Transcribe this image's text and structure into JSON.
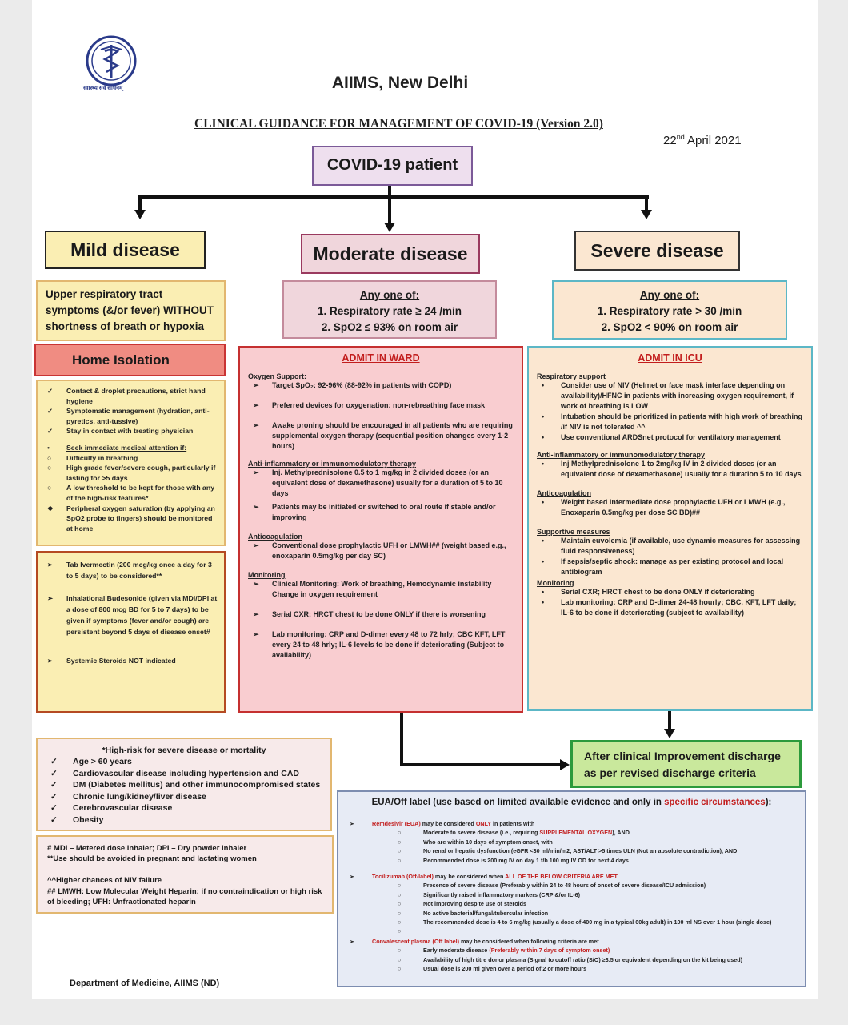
{
  "header": {
    "logo_text": "स्वास्थ्य सर्व साधनम्",
    "org": "AIIMS, New Delhi",
    "title": "CLINICAL GUIDANCE FOR MANAGEMENT OF COVID-19 (Version 2.0)",
    "date_day": "22",
    "date_sup": "nd",
    "date_rest": " April 2021"
  },
  "patient": "COVID-19 patient",
  "mild": {
    "title": "Mild disease",
    "criteria": "Upper respiratory tract symptoms (&/or fever) WITHOUT shortness of breath or hypoxia",
    "home": "Home Isolation",
    "home_items": [
      {
        "mark": "✓",
        "text": "Contact & droplet precautions, strict hand hygiene"
      },
      {
        "mark": "✓",
        "text": "Symptomatic management (hydration, anti-pyretics, anti-tussive)"
      },
      {
        "mark": "✓",
        "text": "Stay in contact with treating physician"
      }
    ],
    "seek_title": "Seek immediate medical attention if:",
    "seek_items": [
      {
        "mark": "○",
        "text": "Difficulty in breathing"
      },
      {
        "mark": "○",
        "text": "High grade fever/severe cough, particularly if lasting for >5 days"
      },
      {
        "mark": "○",
        "text": "A low threshold to be kept for those with any of the high-risk features*"
      },
      {
        "mark": "❖",
        "text": "Peripheral oxygen saturation (by applying an SpO2 probe to fingers) should be monitored at home"
      }
    ],
    "drug_items": [
      "Tab Ivermectin (200 mcg/kg once a day for 3 to 5 days) to be considered**",
      "Inhalational Budesonide (given via MDI/DPI at a dose of 800 mcg BD for 5 to 7 days) to be given if symptoms (fever and/or cough) are persistent beyond 5 days of disease onset#",
      "Systemic Steroids NOT indicated"
    ]
  },
  "moderate": {
    "title": "Moderate disease",
    "any": "Any one of:",
    "c1": "1. Respiratory rate ≥ 24 /min",
    "c2": "2. SpO2 ≤ 93% on room air",
    "admit": "ADMIT IN WARD",
    "oxy_title": "Oxygen Support:",
    "oxy": [
      "Target SpO₂: 92-96% (88-92% in patients with COPD)",
      "Preferred devices for oxygenation: non-rebreathing face mask",
      "Awake proning should be encouraged in all patients who are requiring supplemental oxygen therapy (sequential position changes every 1-2 hours)"
    ],
    "anti_title": "Anti-inflammatory or immunomodulatory therapy",
    "anti": [
      "Inj. Methylprednisolone 0.5 to 1 mg/kg in 2 divided doses (or an equivalent dose of dexamethasone) usually for a duration of 5 to 10 days",
      "Patients may be initiated or switched to oral route if stable and/or improving"
    ],
    "coag_title": "Anticoagulation",
    "coag": [
      "Conventional dose prophylactic UFH or LMWH## (weight based e.g., enoxaparin 0.5mg/kg per day SC)"
    ],
    "mon_title": "Monitoring",
    "mon": [
      "Clinical Monitoring: Work of breathing, Hemodynamic instability Change in oxygen requirement",
      "Serial CXR; HRCT chest to be done ONLY if there is worsening",
      "Lab monitoring: CRP and D-dimer every 48 to 72 hrly; CBC KFT, LFT every 24 to 48 hrly; IL-6 levels to be done if deteriorating (Subject to availability)"
    ]
  },
  "severe": {
    "title": "Severe disease",
    "any": "Any one of:",
    "c1": "1. Respiratory rate > 30 /min",
    "c2": "2. SpO2 < 90% on room air",
    "admit": "ADMIT IN ICU",
    "resp_title": "Respiratory support",
    "resp": [
      "Consider use of NIV (Helmet or face mask interface depending on availability)/HFNC in patients with increasing oxygen requirement, if work of breathing is LOW",
      "Intubation should be prioritized in patients with high work of breathing /if NIV is not tolerated ^^",
      "Use conventional ARDSnet protocol for ventilatory management"
    ],
    "anti_title": "Anti-inflammatory or immunomodulatory therapy",
    "anti": [
      "Inj Methylprednisolone 1 to 2mg/kg IV in 2 divided doses (or an equivalent dose of dexamethasone) usually for a duration 5 to 10 days"
    ],
    "coag_title": "Anticoagulation",
    "coag": [
      "Weight based intermediate dose prophylactic UFH or LMWH (e.g., Enoxaparin 0.5mg/kg per dose SC BD)##"
    ],
    "supp_title": "Supportive measures",
    "supp": [
      "Maintain euvolemia (if available, use dynamic measures for assessing fluid responsiveness)",
      "If sepsis/septic shock: manage as per existing protocol and local antibiogram"
    ],
    "mon_title": "Monitoring",
    "mon": [
      "Serial CXR; HRCT chest to be done ONLY if deteriorating",
      "Lab monitoring: CRP and D-dimer 24-48 hourly; CBC, KFT, LFT daily; IL-6 to be done if deteriorating (subject to availability)"
    ]
  },
  "discharge": "After clinical Improvement discharge as per revised discharge criteria",
  "risk": {
    "title": "*High-risk for severe disease or mortality",
    "items": [
      "Age > 60 years",
      "Cardiovascular disease including hypertension and CAD",
      "DM (Diabetes mellitus) and other immunocompromised states",
      "Chronic lung/kidney/liver disease",
      "Cerebrovascular disease",
      "Obesity"
    ]
  },
  "notes": {
    "l1": "# MDI – Metered dose inhaler; DPI – Dry powder inhaler",
    "l2": "**Use should be avoided in pregnant and lactating women",
    "l3": "^^Higher chances of NIV failure",
    "l4": "## LMWH: Low Molecular Weight Heparin: if no contraindication or high risk of bleeding; UFH: Unfractionated heparin"
  },
  "eua": {
    "title_a": "EUA/Off label (use based on limited available evidence and only in ",
    "title_b": "specific circumstances",
    "title_c": "):",
    "rem_name": "Remdesivir (EUA)",
    "rem_a": " may be considered ",
    "rem_b": "ONLY",
    "rem_c": " in patients with",
    "rem_1a": "Moderate to severe disease (i.e., requiring ",
    "rem_1b": "SUPPLEMENTAL OXYGEN",
    "rem_1c": "), AND",
    "rem_items": [
      "Who are within 10 days of symptom onset, with",
      "No renal or hepatic dysfunction (eGFR <30 ml/min/m2; AST/ALT >5 times ULN (Not an absolute contradiction), AND",
      "Recommended dose is 200 mg IV on day 1 f/b 100 mg IV OD for next 4 days"
    ],
    "toc_name": "Tocilizumab (Off-label)",
    "toc_a": " may be considered when ",
    "toc_b": "ALL OF THE BELOW CRITERIA ARE MET",
    "toc_items": [
      "Presence of severe disease (Preferably within 24 to 48 hours of onset of severe disease/ICU admission)",
      "Significantly raised inflammatory markers (CRP &/or IL-6)",
      "Not improving despite use of steroids",
      "No active bacterial/fungal/tubercular infection",
      "The recommended dose is 4 to 6 mg/kg (usually a dose of 400 mg in a typical 60kg adult) in 100 ml NS over 1 hour (single dose)"
    ],
    "cp_name": "Convalescent plasma (Off label)",
    "cp_a": " may be considered when following criteria are met",
    "cp_1a": "Early moderate disease ",
    "cp_1b": "(Preferably within 7 days of symptom onset)",
    "cp_items": [
      "Availability of high titre donor plasma (Signal to cutoff ratio (S/O) ≥3.5 or equivalent depending on the kit being used)",
      "Usual dose is 200 ml given over a period of 2 or more hours"
    ]
  },
  "footer": "Department of Medicine, AIIMS (ND)"
}
